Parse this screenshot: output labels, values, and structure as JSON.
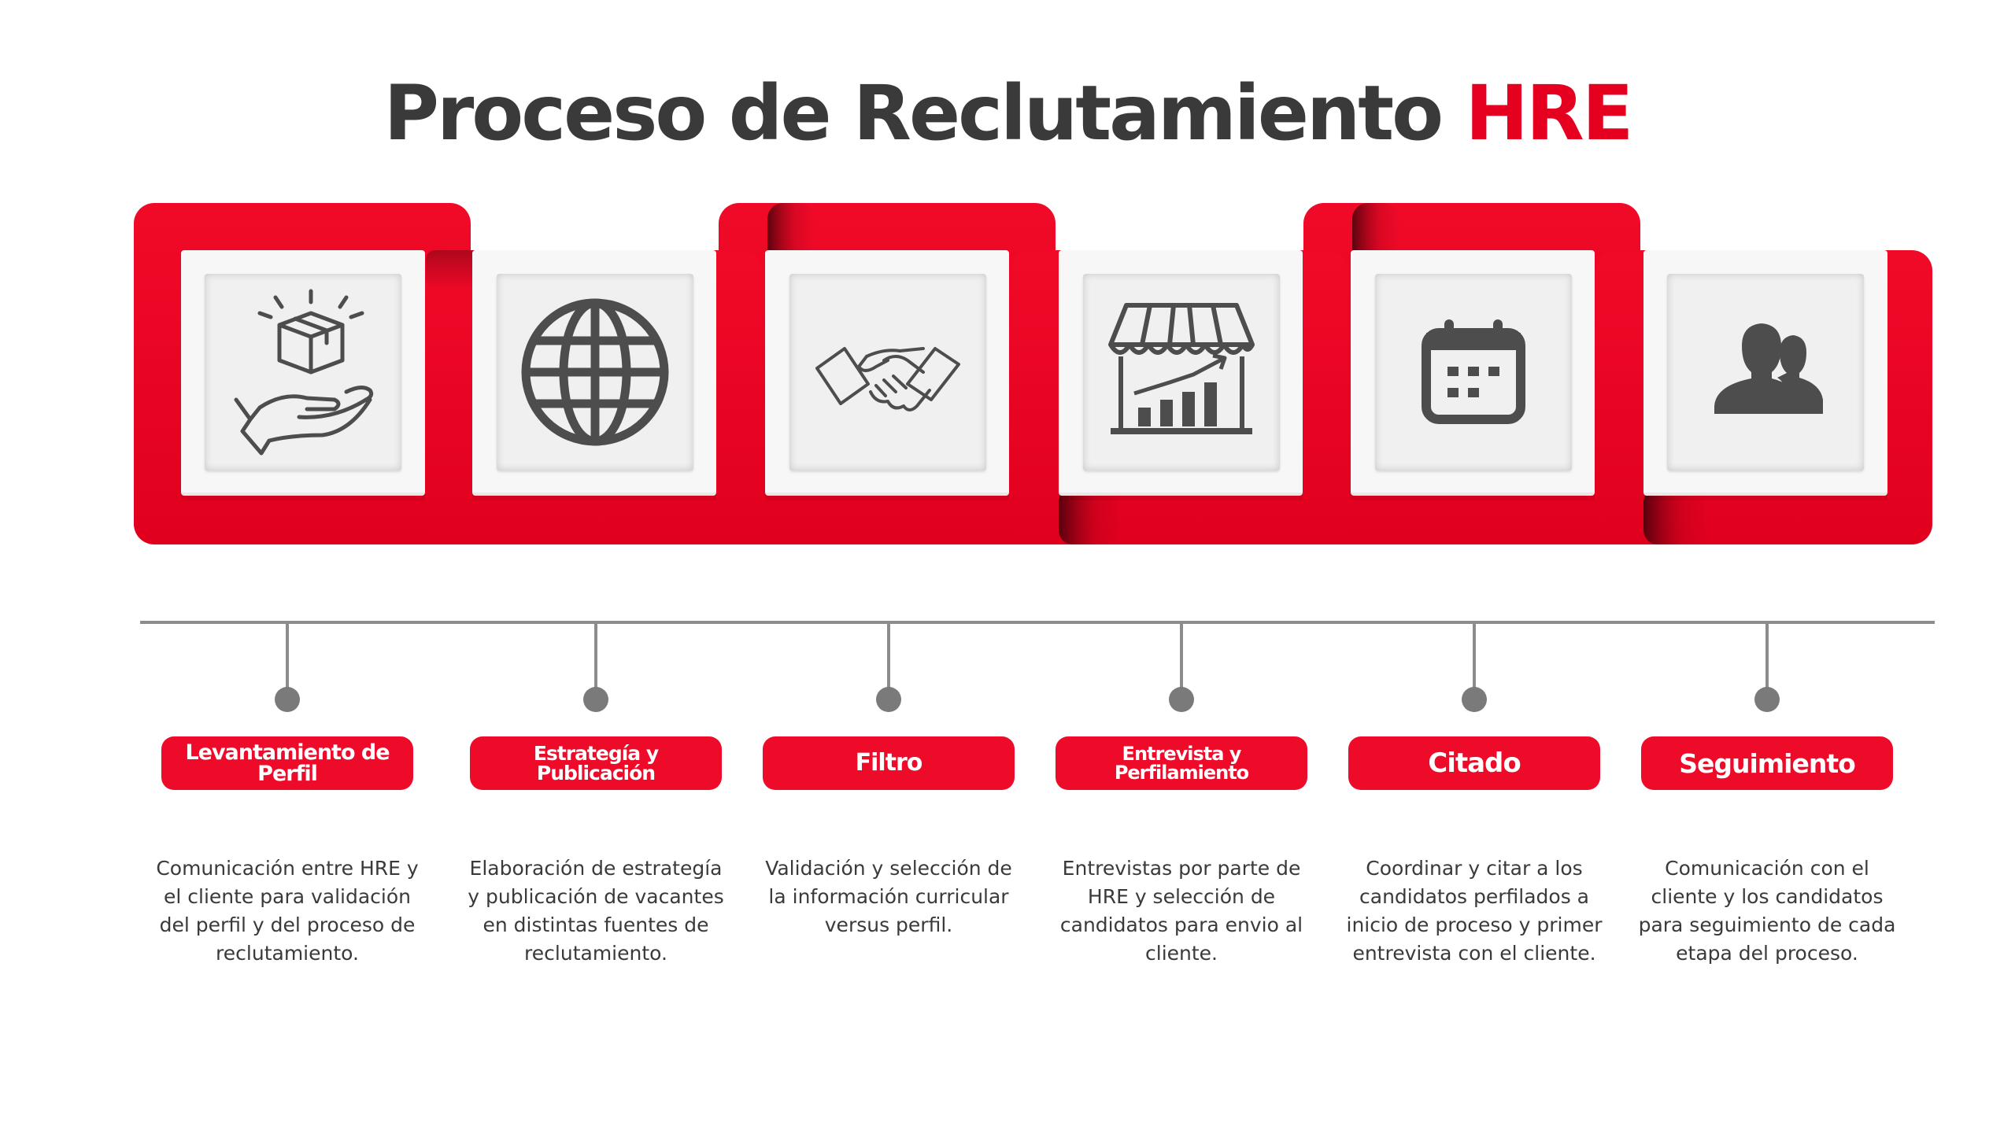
{
  "title": {
    "main": "Proceso de Reclutamiento",
    "accent": "HRE"
  },
  "colors": {
    "accent": "#ee0b2a",
    "text": "#3a3a3a",
    "line": "#8c8c8c",
    "icon": "#4d4d4d"
  },
  "steps": [
    {
      "icon": "hand-box-icon",
      "label": "Levantamiento de Perfil",
      "description": "Comunicación entre HRE y el cliente para validación del perfil y del proceso de reclutamiento."
    },
    {
      "icon": "globe-icon",
      "label": "Estrategía y Publicación",
      "description": "Elaboración de estrategía y publicación de vacantes en distintas fuentes de reclutamiento."
    },
    {
      "icon": "handshake-icon",
      "label": "Filtro",
      "description": "Validación y selección de la información curricular versus perfil."
    },
    {
      "icon": "store-growth-icon",
      "label": "Entrevista y Perfilamiento",
      "description": "Entrevistas por parte de HRE y selección de candidatos para envio al cliente."
    },
    {
      "icon": "calendar-icon",
      "label": "Citado",
      "description": "Coordinar y citar a los candidatos perfilados a inicio de proceso y primer entrevista con el cliente."
    },
    {
      "icon": "users-icon",
      "label": "Seguimiento",
      "description": "Comunicación con el cliente y los candidatos para seguimiento de cada etapa del proceso."
    }
  ]
}
